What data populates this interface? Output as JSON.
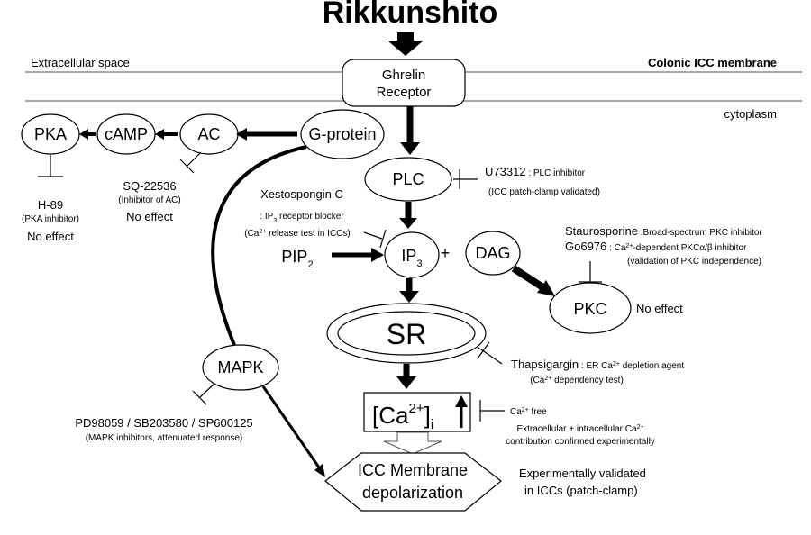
{
  "title": "Rikkunshito",
  "membrane": {
    "extracellular": "Extracellular space",
    "colonic": "Colonic ICC membrane",
    "cytoplasm": "cytoplasm"
  },
  "nodes": {
    "receptor_line1": "Ghrelin",
    "receptor_line2": "Receptor",
    "gprotein": "G-protein",
    "ac": "AC",
    "camp": "cAMP",
    "pka": "PKA",
    "plc": "PLC",
    "ip3_base": "IP",
    "ip3_sub": "3",
    "plus": "+",
    "dag": "DAG",
    "pip2_base": "PIP",
    "pip2_sub": "2",
    "pkc": "PKC",
    "sr": "SR",
    "mapk": "MAPK",
    "ca_base": "[Ca",
    "ca_sup": "2+",
    "ca_close": "]",
    "ca_sub": "i",
    "icc_line1": "ICC Membrane",
    "icc_line2": "depolarization"
  },
  "annotations": {
    "h89_name": "H-89",
    "h89_role": "(PKA inhibitor)",
    "h89_effect": "No effect",
    "sq_name": "SQ-22536",
    "sq_role": "(Inhibitor of AC)",
    "sq_effect": "No effect",
    "xesto_name": "Xestospongin C",
    "xesto_role_a": ": IP",
    "xesto_role_sub": "3",
    "xesto_role_b": " receptor blocker",
    "xesto_test_a": "(Ca",
    "xesto_test_sup": "2+",
    "xesto_test_b": " release test in ICCs)",
    "u73312_name": "U73312",
    "u73312_role": " : PLC inhibitor",
    "u73312_valid": "(ICC patch-clamp validated)",
    "stauro_name": "Staurosporine",
    "stauro_role": " :Broad-spectrum PKC inhibitor",
    "go_name": "Go6976",
    "go_role_a": " : Ca",
    "go_role_sup": "2+",
    "go_role_b": "-dependent PKCα/β inhibitor",
    "go_valid": "(validation of PKC independence)",
    "pkc_effect": "No effect",
    "thapsi_name": "Thapsigargin",
    "thapsi_role_a": " : ER Ca",
    "thapsi_role_sup": "2+",
    "thapsi_role_b": " depletion agent",
    "thapsi_test_a": "(Ca",
    "thapsi_test_sup": "2+",
    "thapsi_test_b": " dependency test)",
    "cafree_a": "Ca",
    "cafree_sup": "2+",
    "cafree_b": " free",
    "cafree_note1_a": "Extracellular + intracellular Ca",
    "cafree_note1_sup": "2+",
    "cafree_note2": "contribution confirmed experimentally",
    "mapk_inhib": "PD98059 / SB203580 / SP600125",
    "mapk_role": "(MAPK inhibitors, attenuated response)",
    "icc_valid1": "Experimentally validated",
    "icc_valid2": "in ICCs (patch-clamp)"
  }
}
